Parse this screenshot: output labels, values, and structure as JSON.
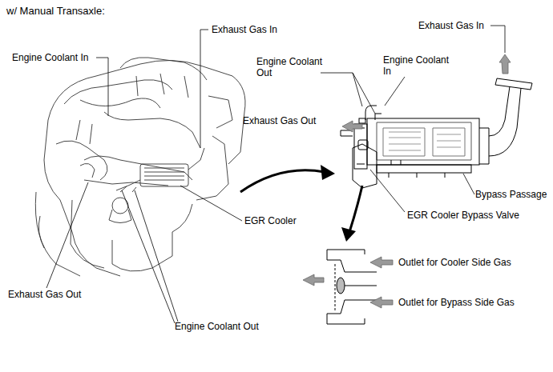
{
  "diagram": {
    "title": "w/ Manual Transaxle:",
    "labels": [
      "Exhaust Gas In",
      "Engine Coolant In",
      "Engine Coolant Out",
      "Engine Coolant In",
      "Exhaust Gas In",
      "Exhaust Gas Out",
      "Bypass Passage",
      "EGR Cooler",
      "EGR Cooler Bypass Valve",
      "Outlet for Cooler Side Gas",
      "Exhaust Gas Out",
      "Outlet for Bypass Side Gas",
      "Engine Coolant Out"
    ]
  }
}
